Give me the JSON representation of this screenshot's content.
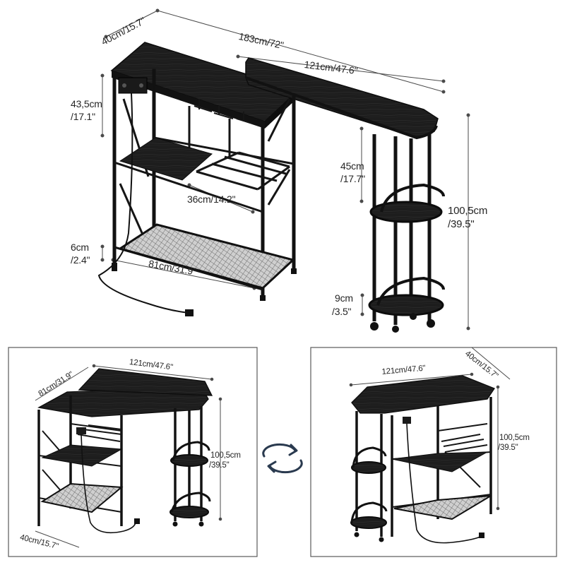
{
  "colors": {
    "panel_border": "#5a5a5a",
    "frame": "#141414",
    "top": "#1c1c1c",
    "mesh": "#8a8a8a",
    "dim_line": "#4a4a4a",
    "swap_icon": "#2a3a4f"
  },
  "main": {
    "depth": "40cm/15.7\"",
    "total_length": "183cm/72\"",
    "ext_length": "121cm/47.6\"",
    "cab_height_cm": "43,5cm",
    "cab_height_in": "/17.1\"",
    "ext_shelf_h_cm": "45cm",
    "ext_shelf_h_in": "/17.7\"",
    "total_height_cm": "100,5cm",
    "total_height_in": "/39.5\"",
    "shelf_gap": "36cm/14.2\"",
    "foot_cm": "6cm",
    "foot_in": "/2.4\"",
    "cab_width": "81cm/31.9\"",
    "wheel_cm": "9cm",
    "wheel_in": "/3.5\""
  },
  "left_panel": {
    "width": "81cm/31.9\"",
    "length": "121cm/47.6\"",
    "height_cm": "100,5cm",
    "height_in": "/39.5\"",
    "depth": "40cm/15.7\""
  },
  "right_panel": {
    "length": "121cm/47.6\"",
    "depth": "40cm/15.7\"",
    "height_cm": "100,5cm",
    "height_in": "/39.5\""
  },
  "swap_icon": "rotate-arrows-icon"
}
